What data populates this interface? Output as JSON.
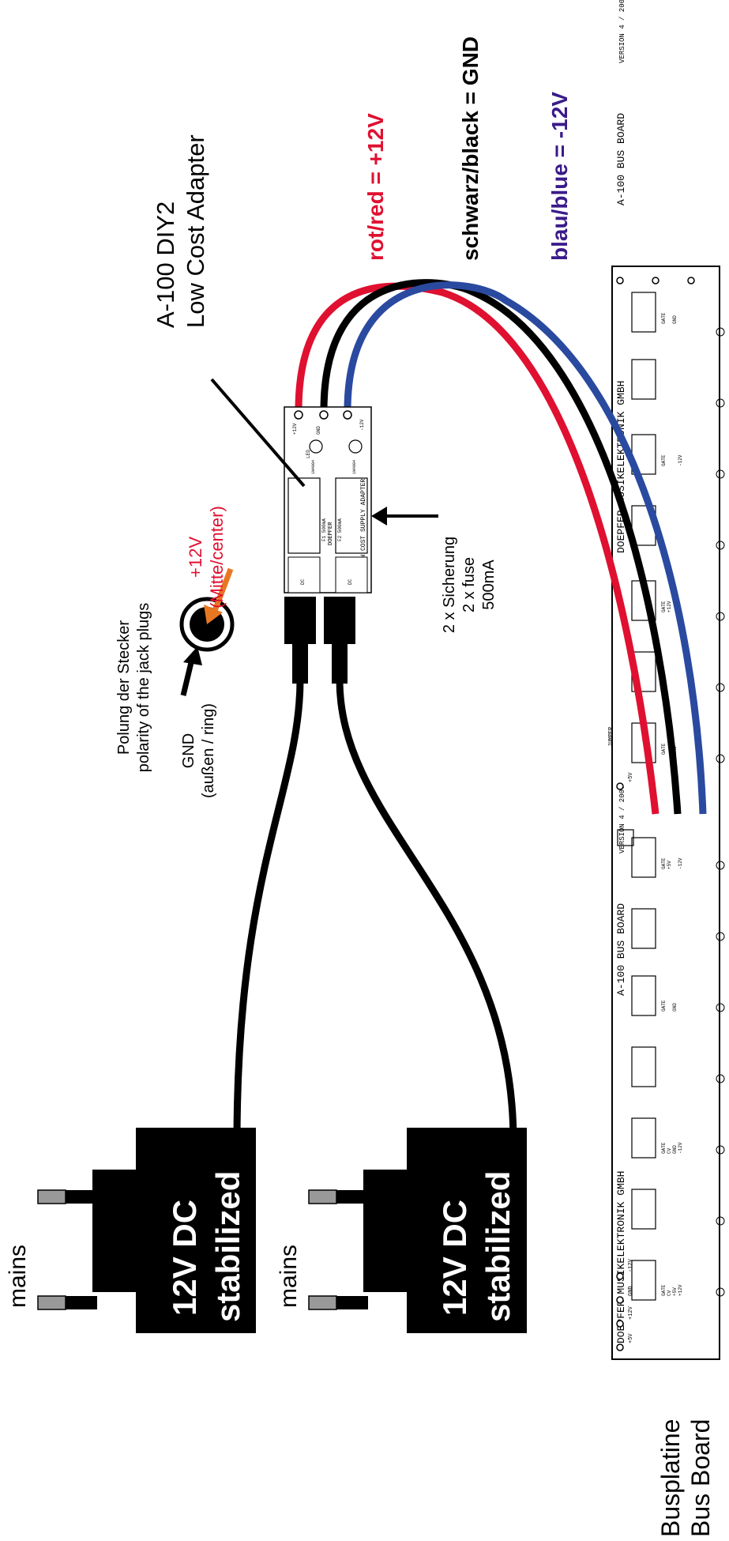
{
  "wire_labels": {
    "red": "rot/red = +12V",
    "black": "schwarz/black = GND",
    "blue": "blau/blue = -12V"
  },
  "adapter": {
    "title_line1": "A-100 DIY2",
    "title_line2": "Low Cost Adapter",
    "pcb_text": "A-100 LOW COST SUPPLY ADAPTER",
    "brand": "DOEPFER",
    "fuse1": "F1  500mA",
    "fuse2": "F2  500mA",
    "plus12": "+12V",
    "gnd": "GND",
    "minus12": "-12V",
    "led": "LED",
    "diode": "1N4004",
    "jack": "DC"
  },
  "fuse_note": {
    "line1": "2 x Sicherung",
    "line2": "2 x fuse",
    "line3": "500mA"
  },
  "polarity": {
    "line1": "Polung der Stecker",
    "line2": "polarity of the jack plugs",
    "plus_line1": "+12V",
    "plus_line2": "(Mitte/center)",
    "gnd_line1": "GND",
    "gnd_line2": "(außen / ring)"
  },
  "psu": {
    "line1": "12V DC",
    "line2": "stabilized",
    "mains": "mains"
  },
  "bus_board": {
    "label_line1": "Busplatine",
    "label_line2": "Bus Board",
    "maker": "DOEPFER  MUSIKELEKTRONIK GMBH",
    "model": "A-100  BUS BOARD",
    "version": "VERSION 4 / 2007",
    "jumper": "JUMPER",
    "pins": [
      "GATE",
      "CV",
      "+5V",
      "+12V",
      "GND",
      "GND",
      "GND",
      "-12V"
    ],
    "rail_labels": [
      "+5V",
      "+12V",
      "GND",
      "-12V"
    ]
  },
  "colors": {
    "red": "#e01030",
    "blue": "#2a4aa0",
    "black": "#000000",
    "orange": "#e87722",
    "purple": "#3a1a8a"
  }
}
